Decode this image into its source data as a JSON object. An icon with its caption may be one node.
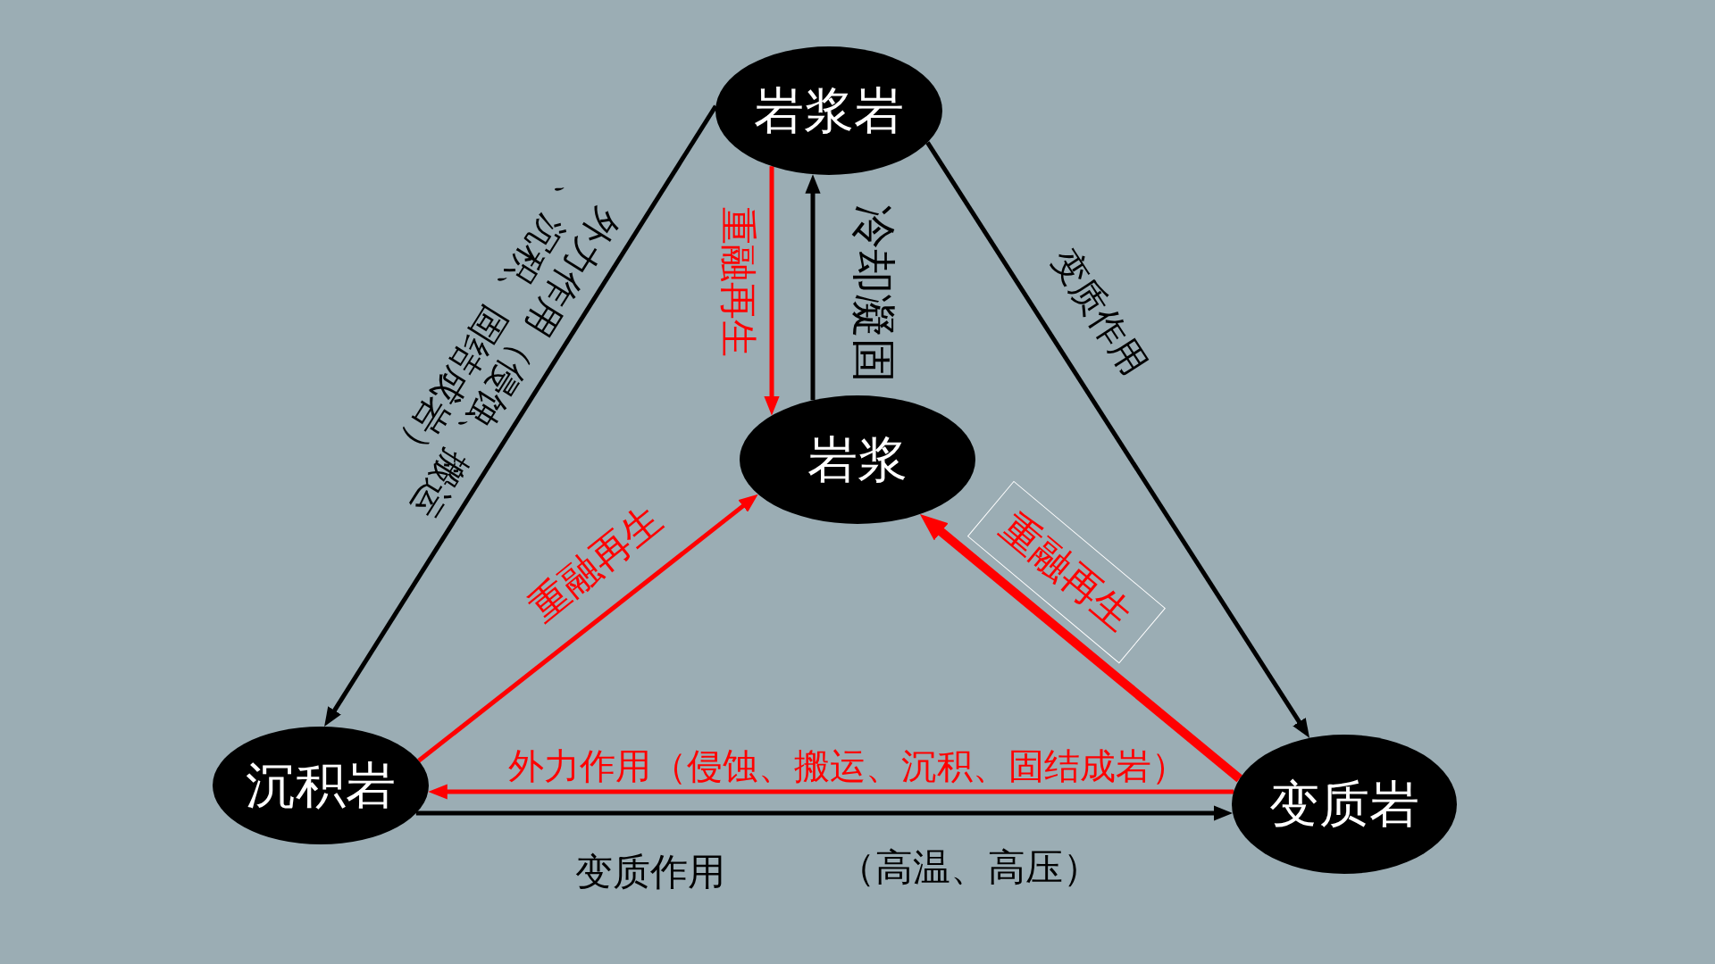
{
  "diagram": {
    "nodes": [
      {
        "text": [
          "岩浆岩"
        ]
      },
      {
        "text": [
          "岩浆"
        ]
      },
      {
        "text": [
          "沉积岩"
        ]
      },
      {
        "text": [
          "变质岩"
        ]
      }
    ],
    "edges": [
      {
        "from": 0,
        "to": 2,
        "arrow": "to",
        "label": "外力作用（侵蚀、搬运、沉积、固结成岩）"
      },
      {
        "from": 0,
        "to": 3,
        "arrow": "to",
        "label": "变质作用"
      },
      {
        "from": 0,
        "to": 1,
        "arrow": "to",
        "label": "重融再生",
        "color": "#ff0000"
      },
      {
        "from": 1,
        "to": 0,
        "arrow": "to",
        "label": "冷却凝固"
      },
      {
        "from": 2,
        "to": 1,
        "arrow": "to",
        "label": "重融再生",
        "color": "#ff0000"
      },
      {
        "from": 3,
        "to": 1,
        "arrow": "to",
        "label": "重融再生",
        "color": "#ff0000",
        "style": "thick"
      },
      {
        "from": 3,
        "to": 2,
        "arrow": "to",
        "label": "外力作用（侵蚀、搬运、沉积、固结成岩）",
        "color": "#ff0000"
      },
      {
        "from": 2,
        "to": 3,
        "arrow": "to",
        "label": "变质作用"
      }
    ],
    "labels": [
      "（高温、高压）"
    ]
  }
}
